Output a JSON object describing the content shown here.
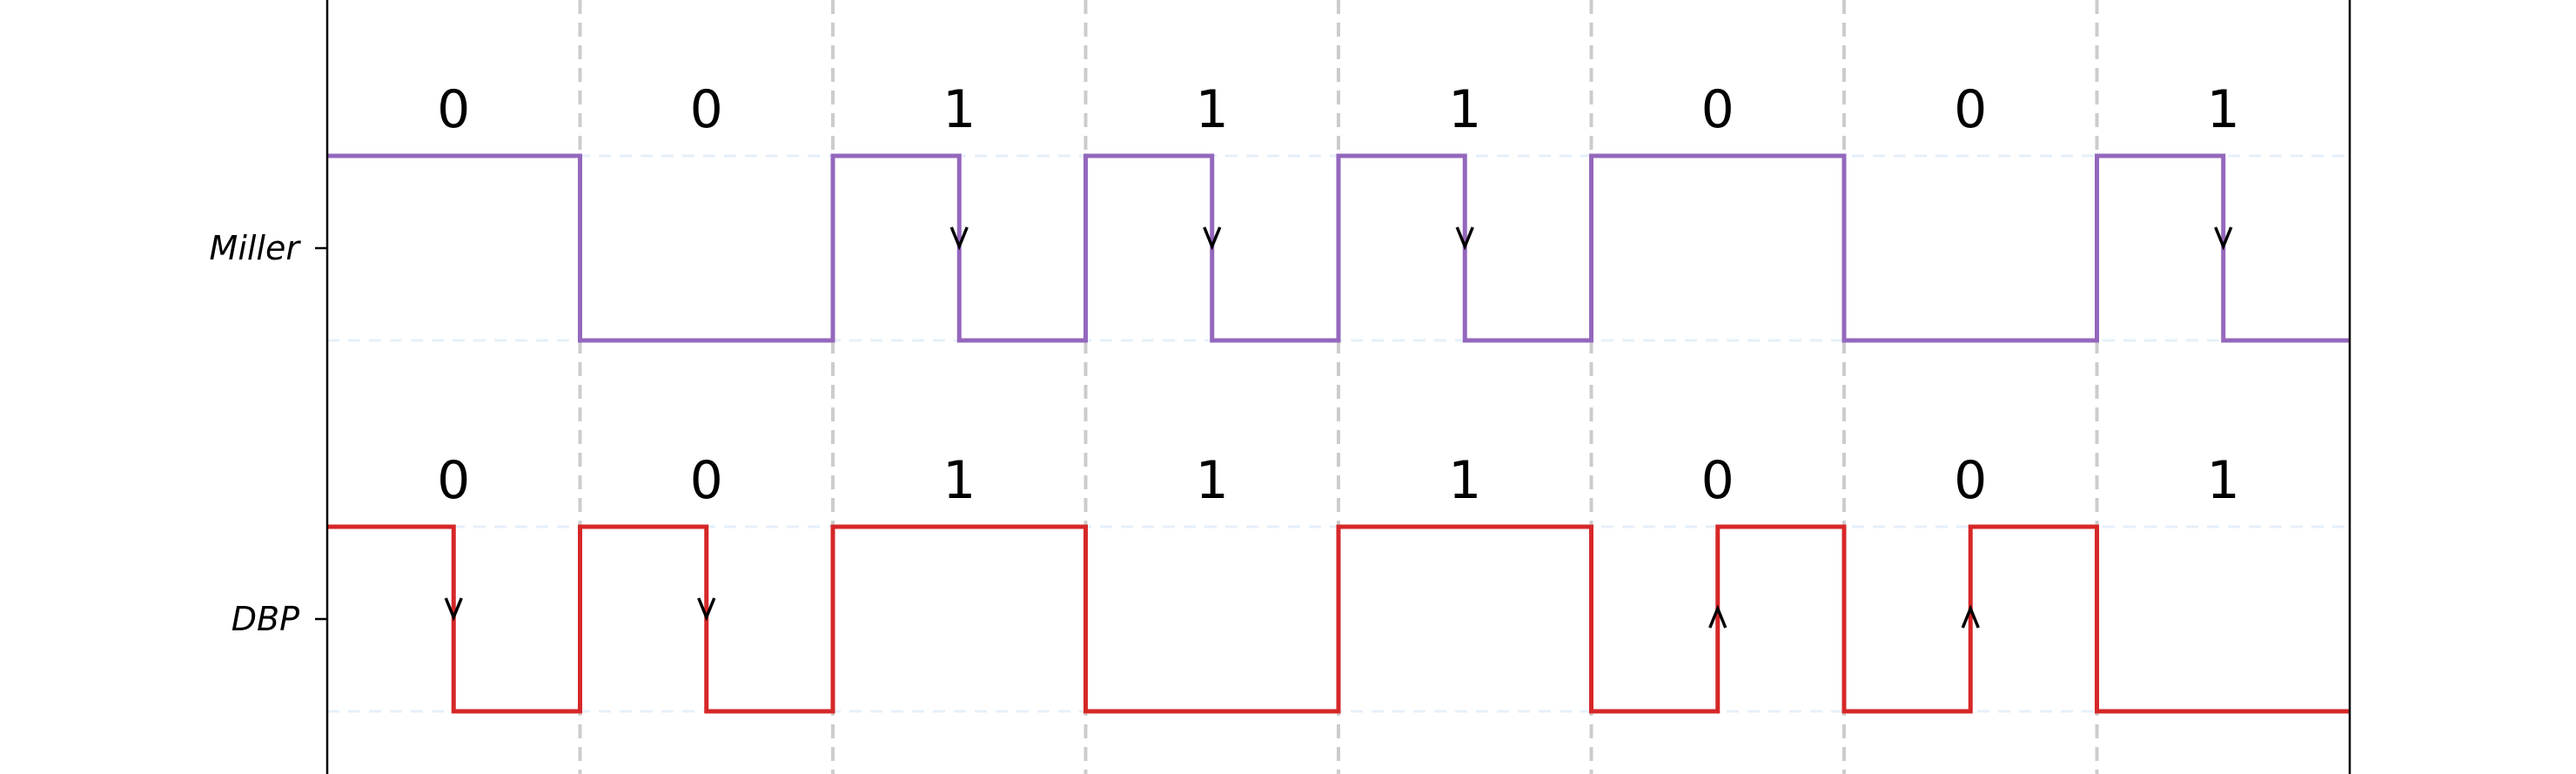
{
  "chart_data": {
    "type": "line",
    "title": "",
    "xlabel": "",
    "ylabel": "",
    "bits": [
      "0",
      "0",
      "1",
      "1",
      "1",
      "0",
      "0",
      "1"
    ],
    "series": [
      {
        "name": "Miller",
        "color": "#9467bd",
        "bit_labels": [
          "0",
          "0",
          "1",
          "1",
          "1",
          "0",
          "0",
          "1"
        ],
        "levels": [
          1,
          1,
          0,
          0,
          1,
          0,
          1,
          0,
          1,
          0,
          1,
          1,
          0,
          0,
          1,
          0
        ],
        "arrows": [
          {
            "half_bit": 5,
            "dir": "down"
          },
          {
            "half_bit": 7,
            "dir": "down"
          },
          {
            "half_bit": 9,
            "dir": "down"
          },
          {
            "half_bit": 15,
            "dir": "down"
          }
        ]
      },
      {
        "name": "DBP",
        "color": "#d62728",
        "bit_labels": [
          "0",
          "0",
          "1",
          "1",
          "1",
          "0",
          "0",
          "1"
        ],
        "levels": [
          1,
          0,
          1,
          0,
          1,
          1,
          0,
          0,
          1,
          1,
          0,
          1,
          0,
          1,
          0,
          0
        ],
        "arrows": [
          {
            "half_bit": 1,
            "dir": "down"
          },
          {
            "half_bit": 3,
            "dir": "down"
          },
          {
            "half_bit": 11,
            "dir": "up"
          },
          {
            "half_bit": 13,
            "dir": "up"
          }
        ]
      }
    ],
    "grid": true,
    "bit_boundaries_dashed": true
  }
}
